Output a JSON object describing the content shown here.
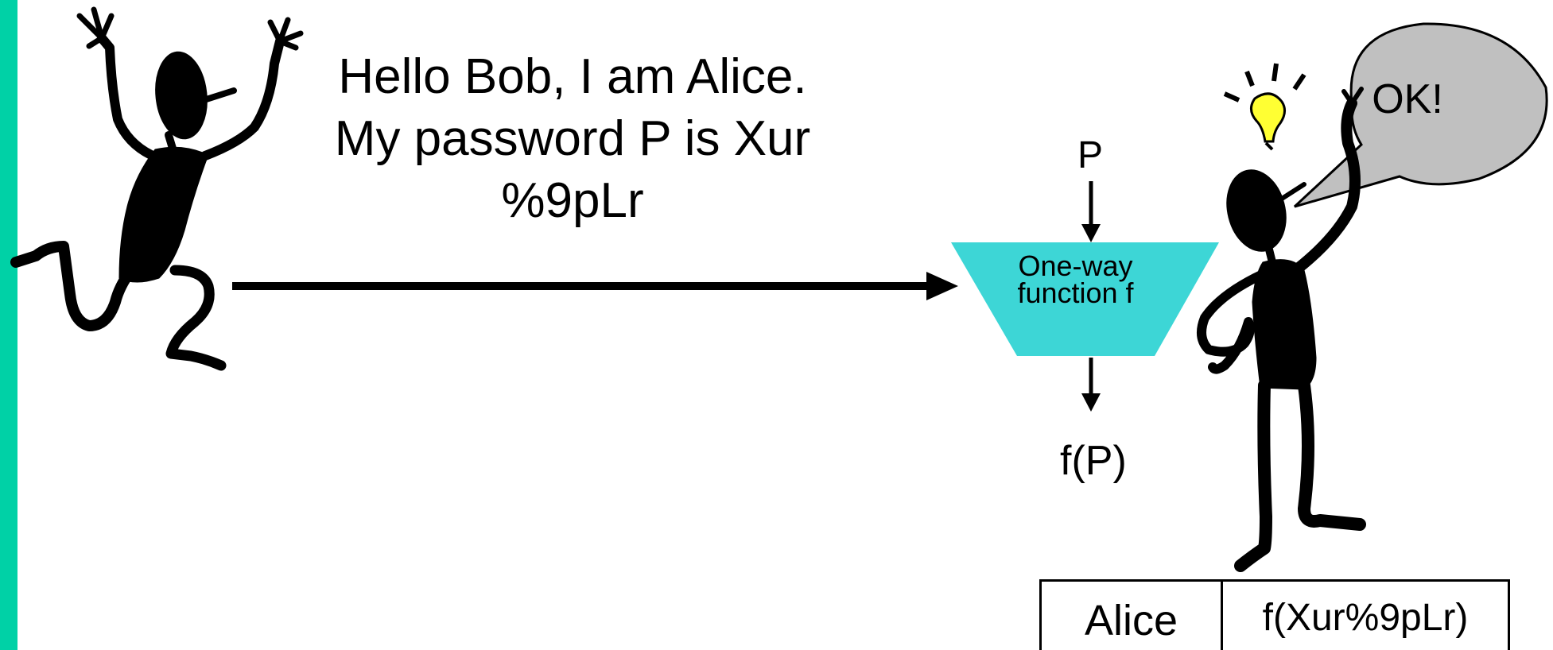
{
  "message": {
    "line1": "Hello Bob, I am Alice.",
    "line2": "My password P is  Xur",
    "line3": "%9pLr"
  },
  "function_box": {
    "input_label": "P",
    "label": "One-way\nfunction f",
    "output_label": "f(P)"
  },
  "speech": {
    "text": "OK!"
  },
  "password_table": {
    "name": "Alice",
    "hash": "f(Xur%9pLr)"
  },
  "colors": {
    "side_bar": "#00d1a6",
    "function_box": "#3dd6d6",
    "speech_bubble": "#c0c0c0",
    "light_bulb": "#ffff33"
  }
}
